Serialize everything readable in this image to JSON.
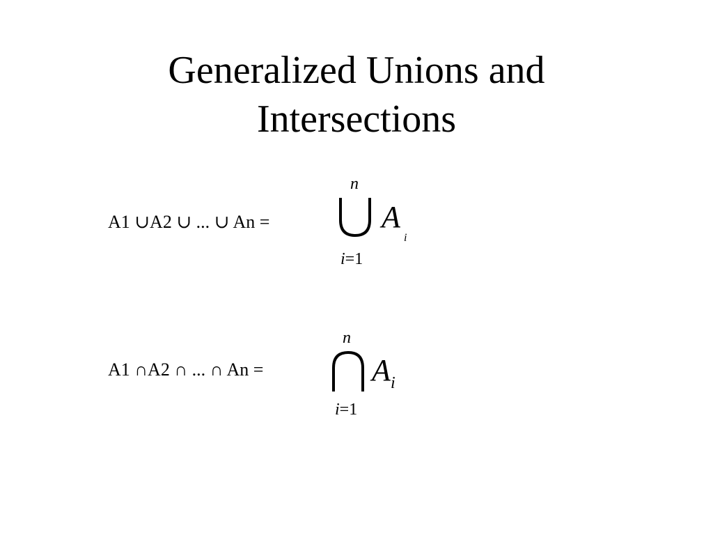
{
  "slide": {
    "title_line1": "Generalized Unions and",
    "title_line2": "Intersections",
    "union": {
      "lhs": "A1 ∪A2 ∪ ... ∪ An =",
      "upper_limit": "n",
      "lower_index": "i",
      "lower_eq": "=1",
      "term": "A",
      "term_sub": "i",
      "operator_icon": "big-union-icon"
    },
    "intersection": {
      "lhs": "A1 ∩A2 ∩ ... ∩ An =",
      "upper_limit": "n",
      "lower_index": "i",
      "lower_eq": "=1",
      "term": "A",
      "term_sub": "i",
      "operator_icon": "big-intersection-icon"
    }
  }
}
